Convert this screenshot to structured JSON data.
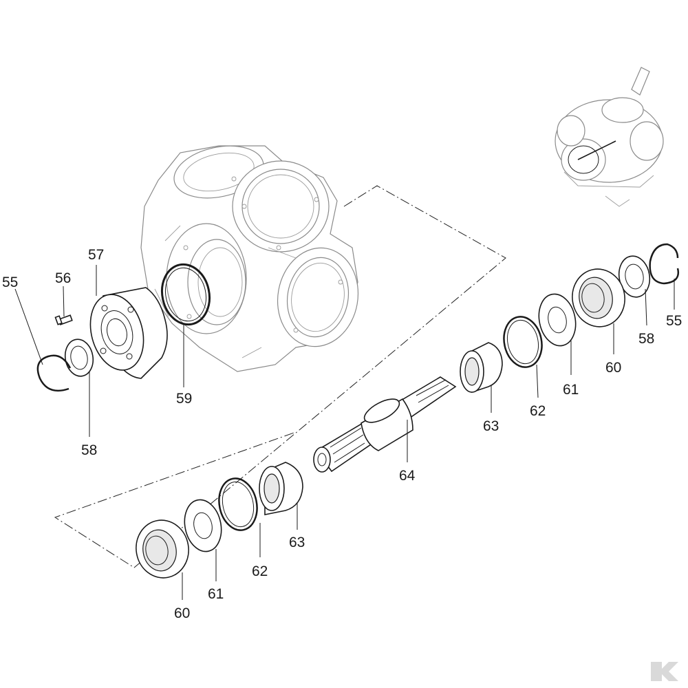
{
  "callouts": {
    "c55_left": "55",
    "c56": "56",
    "c57": "57",
    "c58_left": "58",
    "c59": "59",
    "c55_right": "55",
    "c58_right": "58",
    "c60_right": "60",
    "c61_right": "61",
    "c62_right": "62",
    "c63_right": "63",
    "c64": "64",
    "c63_left": "63",
    "c62_left": "62",
    "c61_left": "61",
    "c60_left": "60"
  },
  "colors": {
    "line": "#1a1a1a",
    "ghost": "#8a8a8a",
    "logo": "#d9d9d9"
  },
  "icons": {
    "overview": "pump-assembly-thumbnail",
    "brand": "brand-logo-watermark"
  }
}
